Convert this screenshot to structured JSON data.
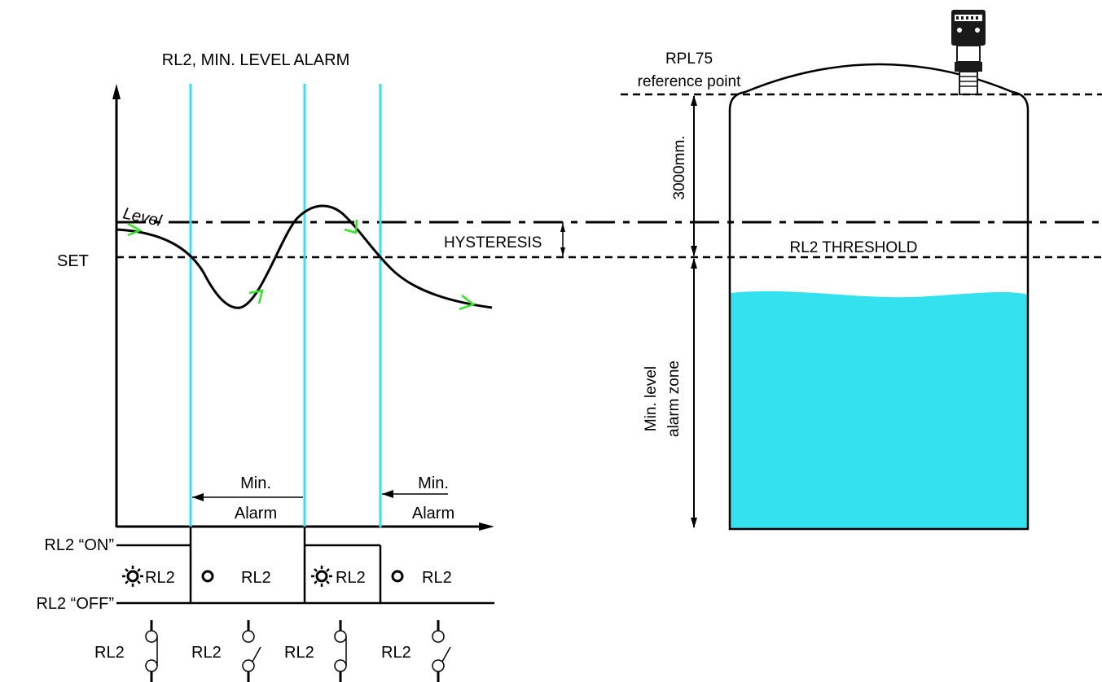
{
  "labels": {
    "title": "RL2, MIN. LEVEL ALARM",
    "level": "Level",
    "set": "SET",
    "hysteresis": "HYSTERESIS",
    "min_alarm_1_line1": "Min.",
    "min_alarm_1_line2": "Alarm",
    "min_alarm_2_line1": "Min.",
    "min_alarm_2_line2": "Alarm",
    "rl2_on": "RL2 “ON”",
    "rl2_off": "RL2 “OFF”",
    "sensor_name": "RPL75",
    "reference_point": "reference point",
    "distance": "3000mm.",
    "threshold": "RL2 THRESHOLD",
    "zone_line1": "Min. level",
    "zone_line2": "alarm zone"
  },
  "relay_states": [
    {
      "label": "RL2",
      "icon": "sun-icon"
    },
    {
      "label": "RL2",
      "icon": "circle-icon"
    },
    {
      "label": "RL2",
      "icon": "sun-icon"
    },
    {
      "label": "RL2",
      "icon": "circle-icon"
    }
  ],
  "contacts": [
    {
      "label": "RL2",
      "state": "closed"
    },
    {
      "label": "RL2",
      "state": "open"
    },
    {
      "label": "RL2",
      "state": "closed"
    },
    {
      "label": "RL2",
      "state": "open"
    }
  ],
  "colors": {
    "transition_lines": "#33e1ef",
    "liquid": "#33e1ef",
    "direction_arrows": "#2ee81c"
  }
}
